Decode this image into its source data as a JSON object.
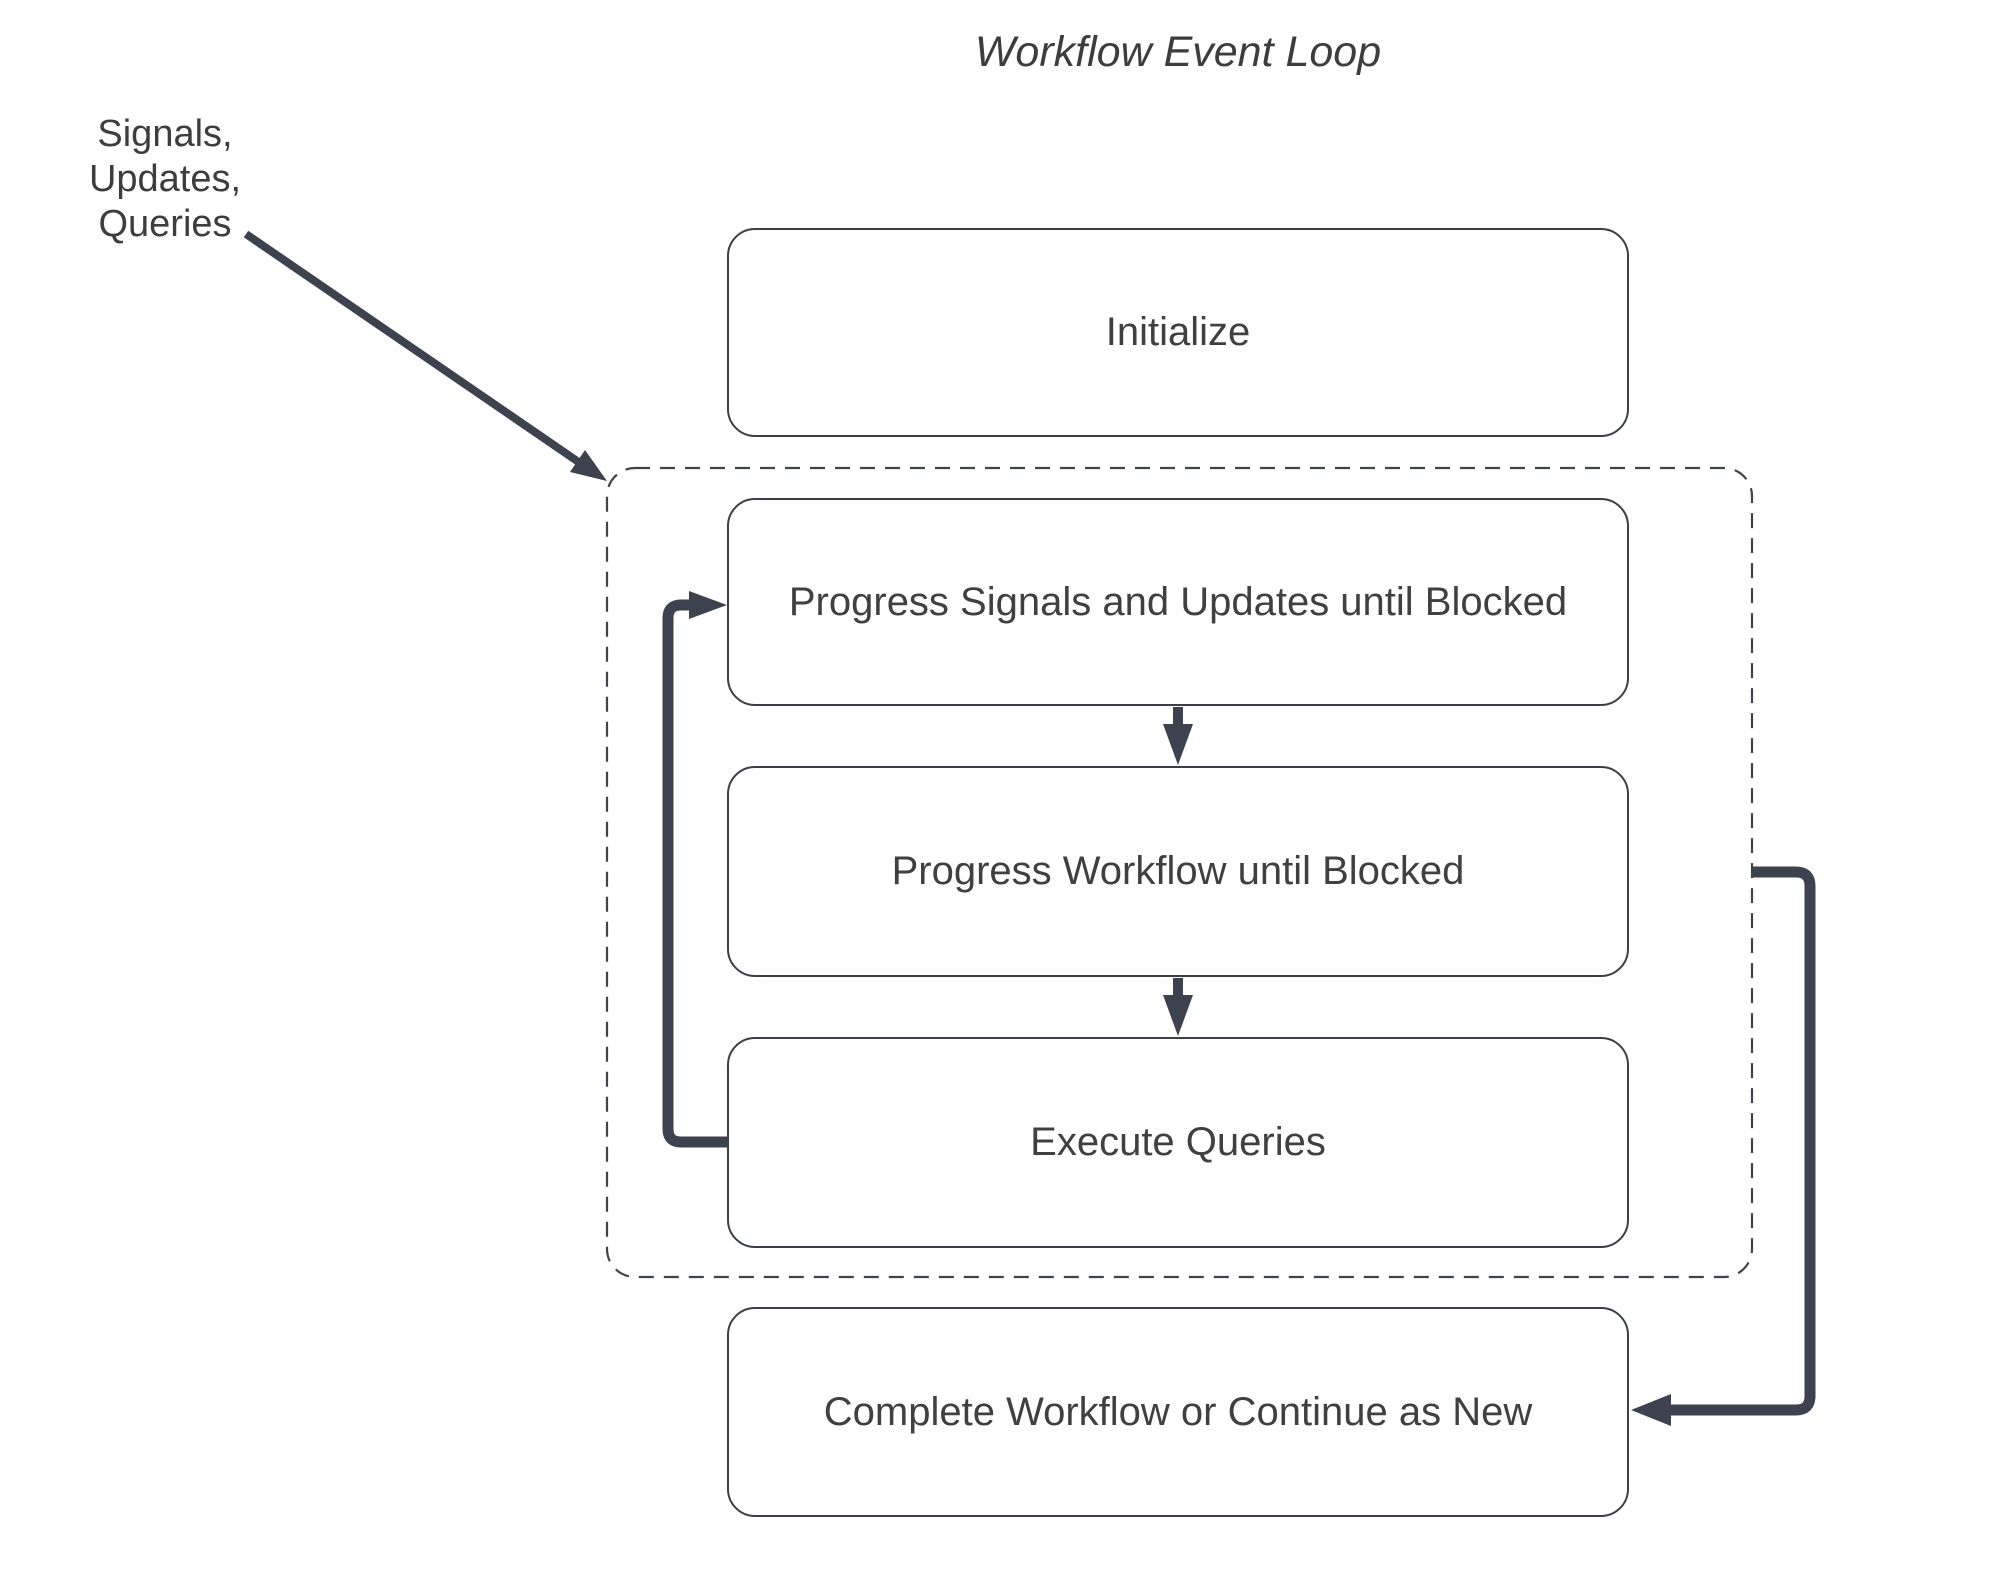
{
  "diagram": {
    "title": "Workflow Event Loop",
    "external_input_label": "Signals, Updates, Queries"
  },
  "nodes": [
    {
      "id": "initialize",
      "label": "Initialize"
    },
    {
      "id": "progress-signals",
      "label": "Progress Signals and Updates until Blocked"
    },
    {
      "id": "progress-workflow",
      "label": "Progress Workflow until Blocked"
    },
    {
      "id": "execute-queries",
      "label": "Execute Queries"
    },
    {
      "id": "complete",
      "label": "Complete Workflow or Continue as New"
    }
  ],
  "container": {
    "id": "event-loop-boundary",
    "style": "dashed",
    "contains": [
      "progress-signals",
      "progress-workflow",
      "execute-queries"
    ]
  },
  "edges": [
    {
      "from": "external-input-label",
      "to": "event-loop-boundary",
      "type": "diagonal-arrow"
    },
    {
      "from": "progress-signals",
      "to": "progress-workflow",
      "type": "down-arrow"
    },
    {
      "from": "progress-workflow",
      "to": "execute-queries",
      "type": "down-arrow"
    },
    {
      "from": "execute-queries",
      "to": "progress-signals",
      "type": "loop-back-left"
    },
    {
      "from": "event-loop-boundary",
      "to": "complete",
      "type": "exit-right"
    }
  ],
  "colors": {
    "background": "#ffffff",
    "arrow": "#3c424e",
    "node_border": "#3b4046",
    "dashed_border": "#3f434a",
    "text": "#3f3f3f"
  }
}
